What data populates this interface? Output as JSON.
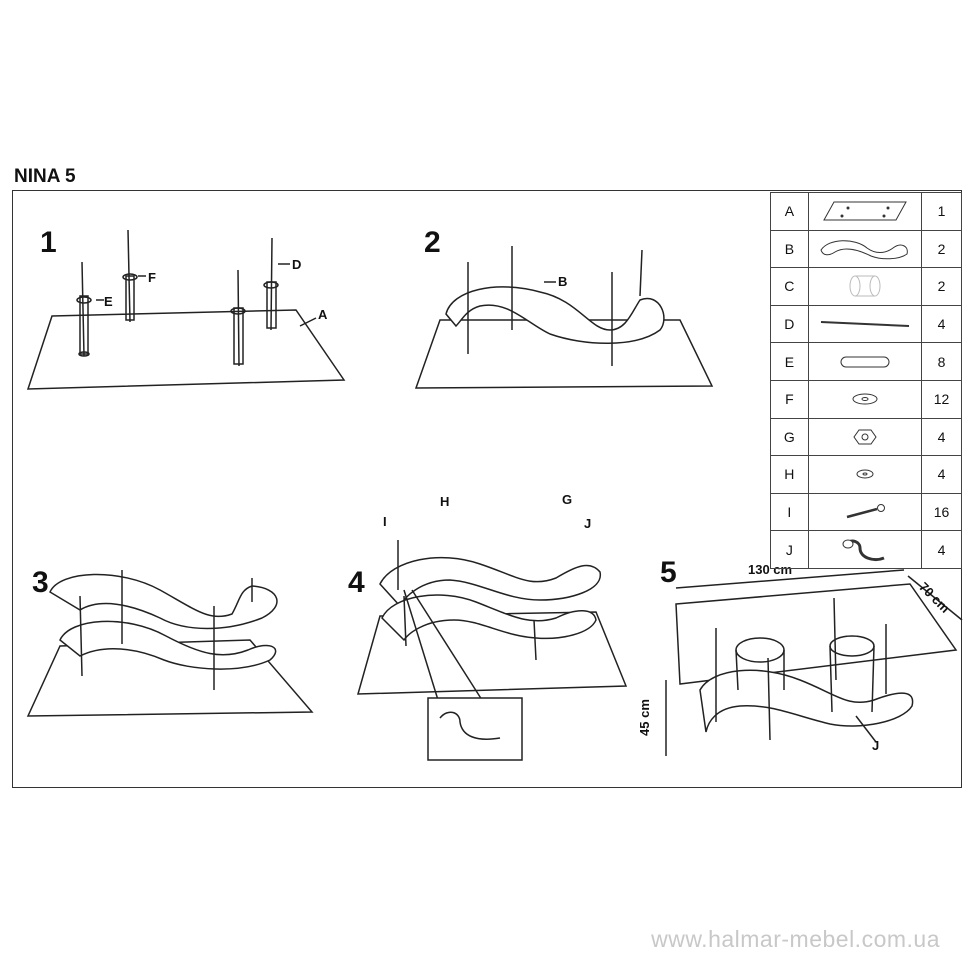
{
  "title": "NINA 5",
  "steps": [
    "1",
    "2",
    "3",
    "4",
    "5"
  ],
  "callouts": {
    "s1": [
      "E",
      "F",
      "D",
      "A"
    ],
    "s2": [
      "B"
    ],
    "s4": [
      "I",
      "H",
      "G",
      "J"
    ],
    "s5": [
      "J"
    ]
  },
  "dimensions": {
    "length": "130 cm",
    "width": "70 cm",
    "height": "45 cm"
  },
  "parts": [
    {
      "letter": "A",
      "qty": "1",
      "icon": "glass-top-icon"
    },
    {
      "letter": "B",
      "qty": "2",
      "icon": "s-shelf-icon"
    },
    {
      "letter": "C",
      "qty": "2",
      "icon": "cylinder-icon"
    },
    {
      "letter": "D",
      "qty": "4",
      "icon": "rod-icon"
    },
    {
      "letter": "E",
      "qty": "8",
      "icon": "tube-icon"
    },
    {
      "letter": "F",
      "qty": "12",
      "icon": "washer-icon"
    },
    {
      "letter": "G",
      "qty": "4",
      "icon": "nut-icon"
    },
    {
      "letter": "H",
      "qty": "4",
      "icon": "small-washer-icon"
    },
    {
      "letter": "I",
      "qty": "16",
      "icon": "screw-icon"
    },
    {
      "letter": "J",
      "qty": "4",
      "icon": "hook-icon"
    }
  ],
  "watermark": "www.halmar-mebel.com.ua"
}
